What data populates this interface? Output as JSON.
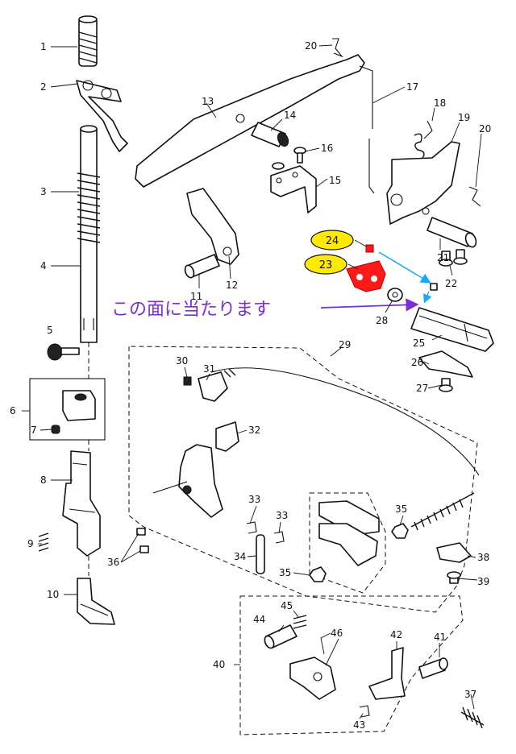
{
  "diagram": {
    "labels": {
      "l1": "1",
      "l2": "2",
      "l3": "3",
      "l4": "4",
      "l5": "5",
      "l6": "6",
      "l7": "7",
      "l8": "8",
      "l9": "9",
      "l10": "10",
      "l11": "11",
      "l12": "12",
      "l13": "13",
      "l14": "14",
      "l15": "15",
      "l16": "16",
      "l17": "17",
      "l18": "18",
      "l19": "19",
      "l20a": "20",
      "l20b": "20",
      "l21": "21",
      "l22": "22",
      "l25": "25",
      "l26": "26",
      "l27": "27",
      "l28": "28",
      "l29": "29",
      "l30": "30",
      "l31": "31",
      "l32": "32",
      "l33a": "33",
      "l33b": "33",
      "l34": "34",
      "l35a": "35",
      "l35b": "35",
      "l36": "36",
      "l37": "37",
      "l38": "38",
      "l39": "39",
      "l40": "40",
      "l41": "41",
      "l42": "42",
      "l43": "43",
      "l44": "44",
      "l45": "45",
      "l46": "46"
    },
    "callouts": {
      "c24": "24",
      "c23": "23"
    },
    "annotation": "この面に当たります",
    "colors": {
      "callout_fill": "#ffea00",
      "highlight": "#ff1a1a",
      "arrow_blue": "#1ea7ff",
      "arrow_purple": "#7a2fd0"
    }
  }
}
